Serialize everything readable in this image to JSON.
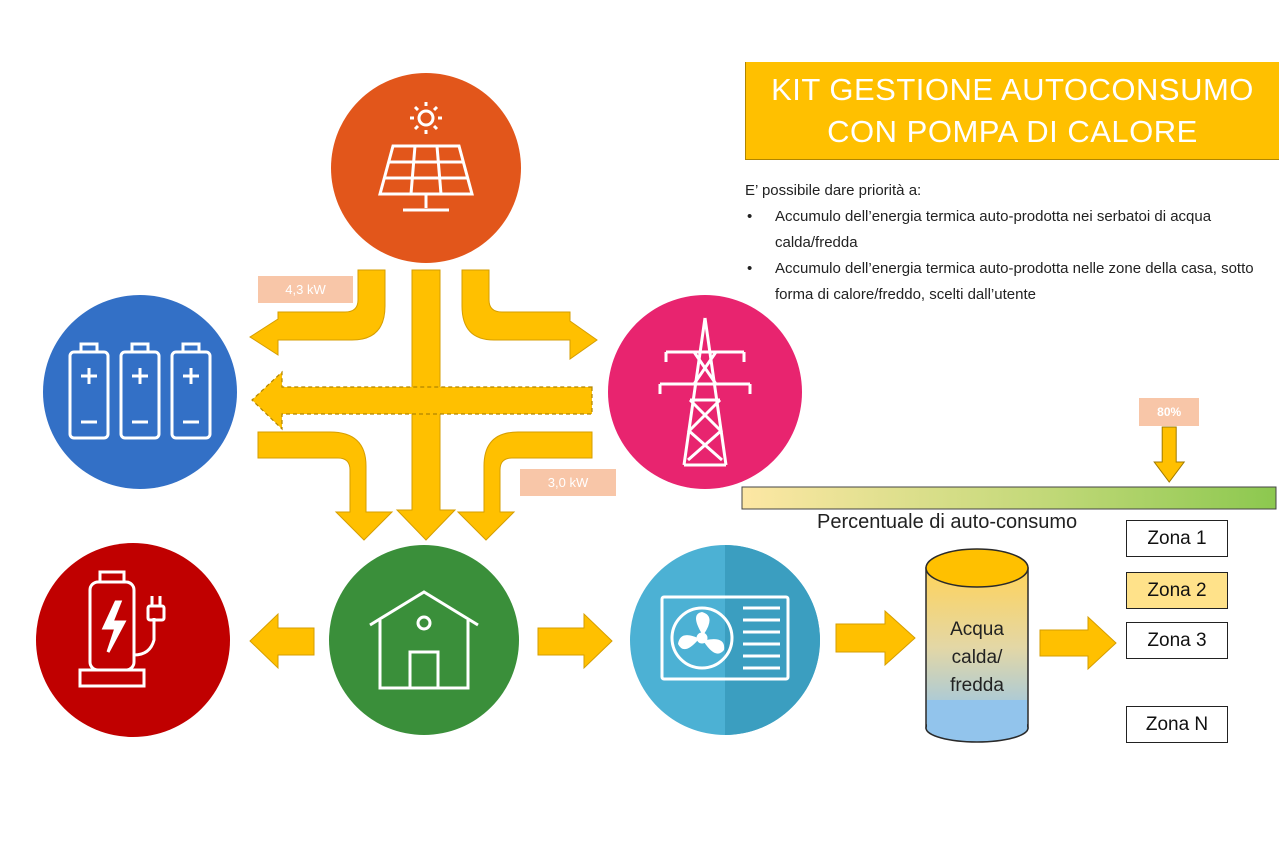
{
  "title": {
    "line1": "KIT GESTIONE AUTOCONSUMO",
    "line2": "CON POMPA DI CALORE"
  },
  "description": {
    "intro": "E’ possibile dare priorità a:",
    "bullets": [
      "Accumulo dell’energia termica auto-prodotta nei serbatoi di acqua calda/fredda",
      "Accumulo dell’energia termica auto-prodotta nelle zone della casa, sotto forma di calore/freddo, scelti dall’utente"
    ]
  },
  "flows": {
    "solar_to_battery": "4,3 kW",
    "to_house": "3,0 kW"
  },
  "self_consumption": {
    "label": "Percentuale di auto-consumo",
    "value_label": "80%",
    "value": 0.8
  },
  "tank": {
    "label_line1": "Acqua",
    "label_line2": "calda/",
    "label_line3": "fredda"
  },
  "zones": [
    {
      "label": "Zona 1",
      "selected": false
    },
    {
      "label": "Zona 2",
      "selected": true
    },
    {
      "label": "Zona 3",
      "selected": false
    },
    {
      "label": "Zona N",
      "selected": false
    }
  ],
  "colors": {
    "solar": "#e2561b",
    "battery": "#3370c6",
    "grid": "#e8246f",
    "ev_charger": "#c00000",
    "house": "#3a8f3a",
    "heat_pump": "#4cb1d4",
    "arrow": "#ffc000",
    "title_bg": "#ffc000",
    "kw_badge": "#f8c6a8"
  }
}
